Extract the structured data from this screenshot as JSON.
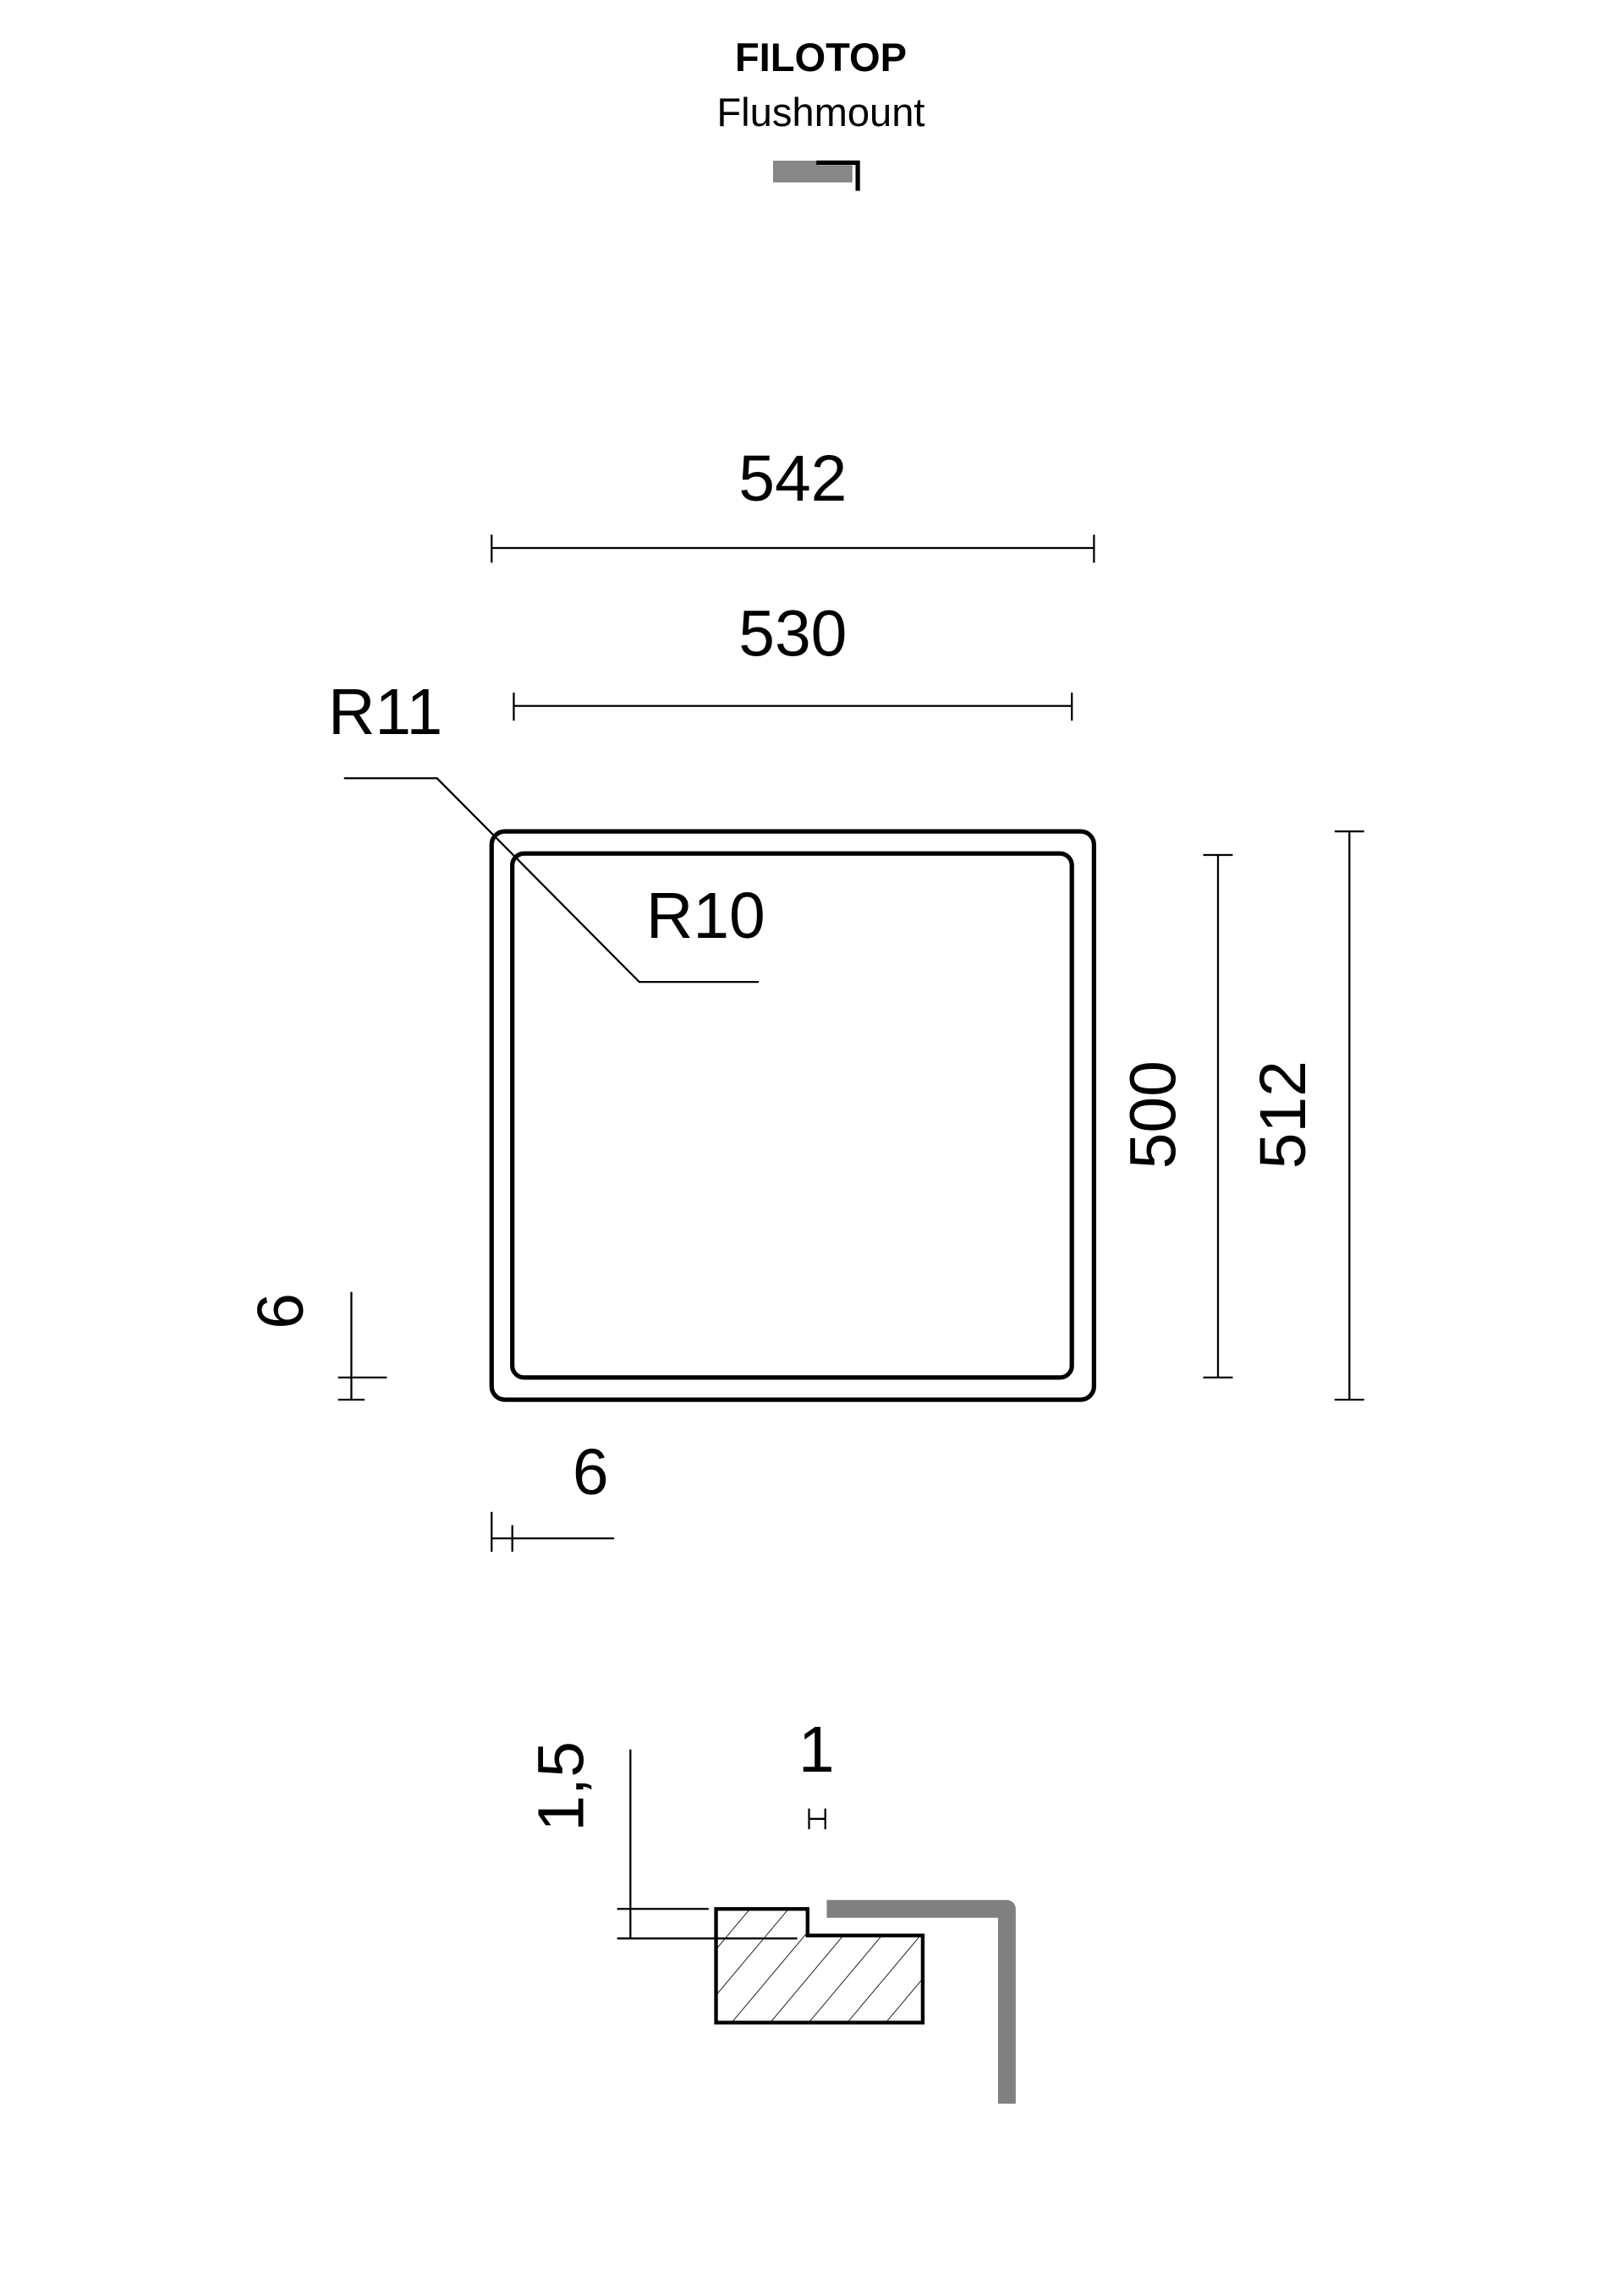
{
  "header": {
    "title": "FILOTOP",
    "subtitle": "Flushmount",
    "icon": "flushmount-profile-icon"
  },
  "dimensions": {
    "outer_width": "542",
    "inner_width": "530",
    "outer_radius": "R11",
    "inner_radius": "R10",
    "inner_height": "500",
    "outer_height": "512",
    "rim_side": "6",
    "rim_bottom": "6"
  },
  "section": {
    "step_height": "1,5",
    "gap": "1"
  },
  "colors": {
    "line": "#000000",
    "profile_gray": "#808080"
  }
}
